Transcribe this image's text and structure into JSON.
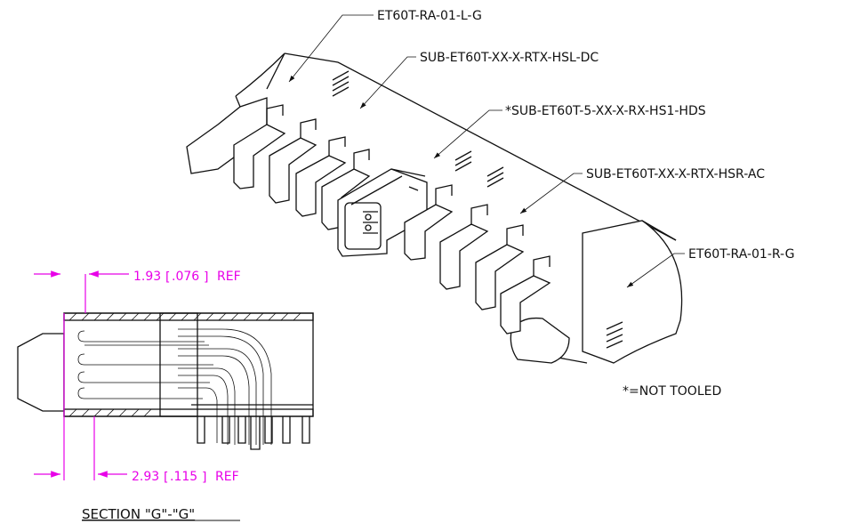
{
  "callouts": {
    "left_cap": "ET60T-RA-01-L-G",
    "left_housing": "SUB-ET60T-XX-X-RTX-HSL-DC",
    "middle": "*SUB-ET60T-5-XX-X-RX-HS1-HDS",
    "right_housing": "SUB-ET60T-XX-X-RTX-HSR-AC",
    "right_cap": "ET60T-RA-01-R-G"
  },
  "note": "*=NOT TOOLED",
  "section": {
    "title": "SECTION \"G\"-\"G\"",
    "dim_top": {
      "value": "1.93",
      "alt": ".076",
      "ref": "REF"
    },
    "dim_bottom": {
      "value": "2.93",
      "alt": ".115",
      "ref": "REF"
    }
  },
  "colors": {
    "line": "#111111",
    "dimension": "#e800e8",
    "background": "#ffffff"
  }
}
